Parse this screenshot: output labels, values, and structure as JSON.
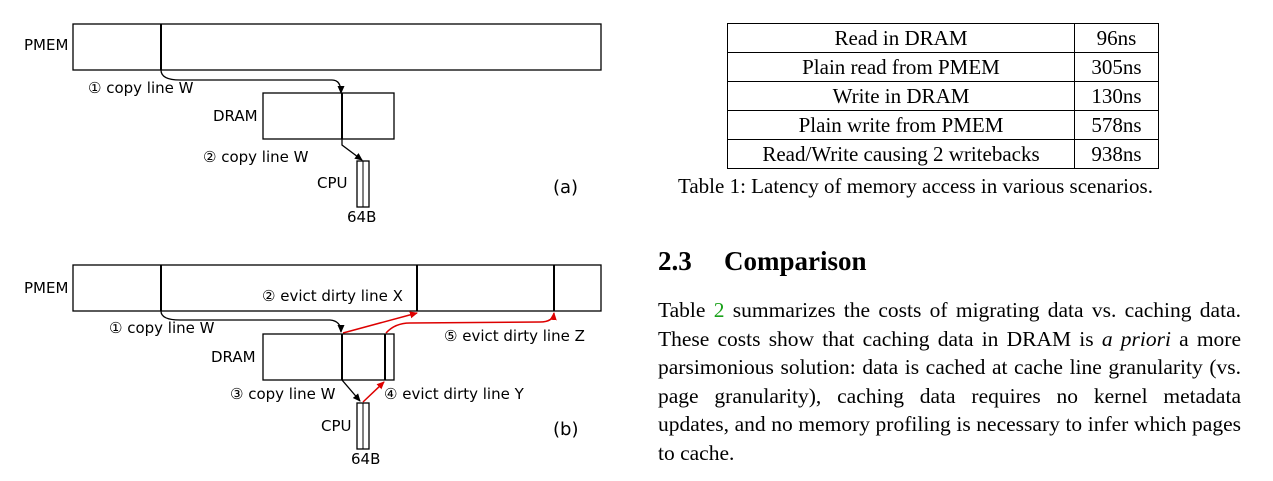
{
  "figure": {
    "a": {
      "pmem_label": "PMEM",
      "dram_label": "DRAM",
      "cpu_label": "CPU",
      "cache_size": "64B",
      "step1": "① copy line W",
      "step2": "② copy line W",
      "panel_label": "(a)"
    },
    "b": {
      "pmem_label": "PMEM",
      "dram_label": "DRAM",
      "cpu_label": "CPU",
      "cache_size": "64B",
      "step1": "① copy line W",
      "step2": "② evict dirty line X",
      "step3": "③ copy line W",
      "step4": "④ evict dirty line Y",
      "step5": "⑤ evict dirty line Z",
      "panel_label": "(b)"
    },
    "colors": {
      "line": "#000000",
      "evict_arrow": "#dd0000"
    }
  },
  "table": {
    "rows": [
      {
        "label": "Read in DRAM",
        "value": "96ns"
      },
      {
        "label": "Plain read from PMEM",
        "value": "305ns"
      },
      {
        "label": "Write in DRAM",
        "value": "130ns"
      },
      {
        "label": "Plain write from PMEM",
        "value": "578ns"
      },
      {
        "label": "Read/Write causing 2 writebacks",
        "value": "938ns"
      }
    ],
    "caption": "Table 1: Latency of memory access in various scenarios."
  },
  "section": {
    "number": "2.3",
    "title": "Comparison"
  },
  "paragraph": {
    "part1": "Table ",
    "ref": "2",
    "part2": " summarizes the costs of migrating data vs. caching data. These costs show that caching data in DRAM is ",
    "emph": "a priori",
    "part3": " a more parsimonious solution: data is cached at cache line granularity (vs. page granularity), caching data requires no kernel metadata updates, and no memory profiling is necessary to infer which pages to cache."
  }
}
